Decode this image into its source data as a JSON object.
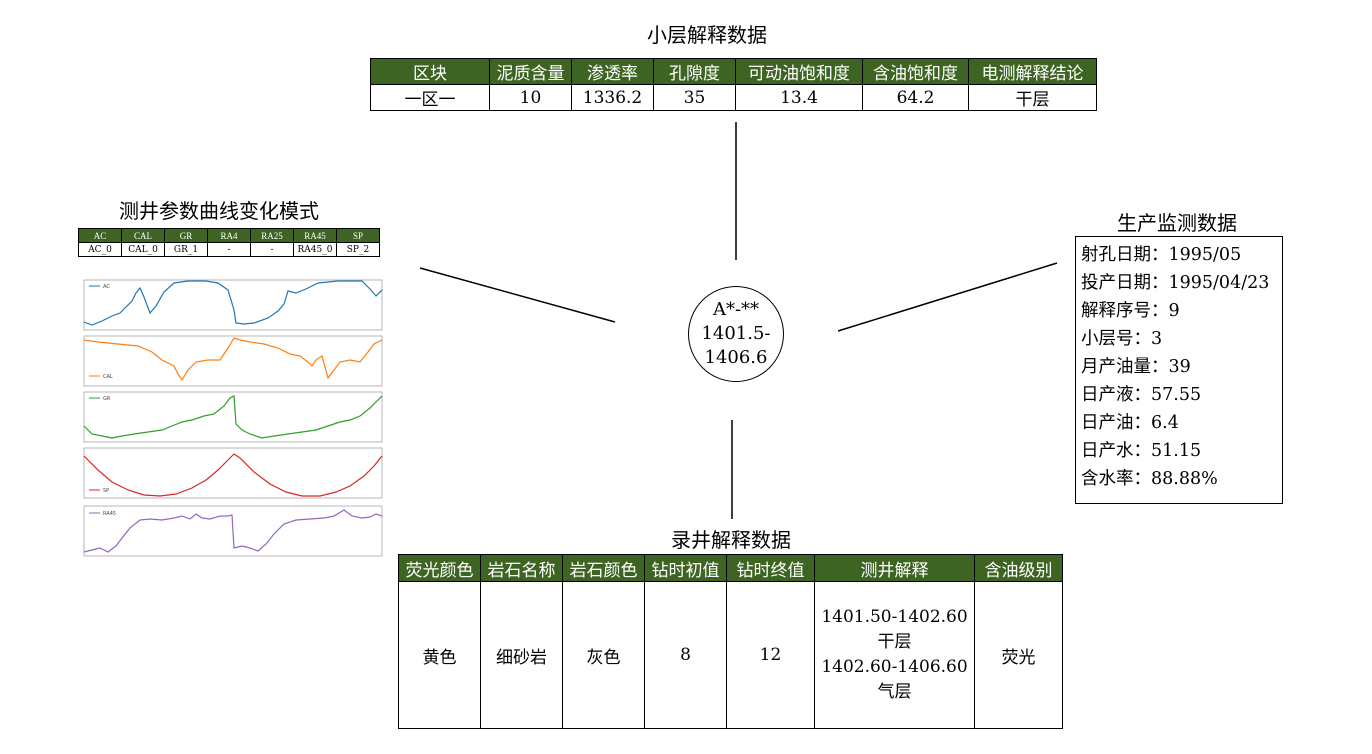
{
  "layer_section": {
    "title": "小层解释数据",
    "headers": [
      "区块",
      "泥质含量",
      "渗透率",
      "孔隙度",
      "可动油饱和度",
      "含油饱和度",
      "电测解释结论"
    ],
    "row": [
      "一区一",
      "10",
      "1336.2",
      "35",
      "13.4",
      "64.2",
      "干层"
    ]
  },
  "curve_section": {
    "title": "测井参数曲线变化模式",
    "headers": [
      "AC",
      "CAL",
      "GR",
      "RA4",
      "RA25",
      "RA45",
      "SP"
    ],
    "row": [
      "AC_0",
      "CAL_0",
      "GR_1",
      "-",
      "-",
      "RA45_0",
      "SP_2"
    ],
    "chart_legends": [
      "AC",
      "CAL",
      "GR",
      "SP",
      "RA45"
    ]
  },
  "center": {
    "line1": "A*-**",
    "line2": "1401.5-",
    "line3": "1406.6"
  },
  "production": {
    "title": "生产监测数据",
    "lines": [
      "射孔日期：1995/05",
      "投产日期：1995/04/23",
      "解释序号：9",
      "小层号：3",
      "月产油量：39",
      "日产液：57.55",
      "日产油：6.4",
      "日产水：51.15",
      "含水率：88.88%"
    ]
  },
  "mudlog_section": {
    "title": "录井解释数据",
    "headers": [
      "荧光颜色",
      "岩石名称",
      "岩石颜色",
      "钻时初值",
      "钻时终值",
      "测井解释",
      "含油级别"
    ],
    "row": [
      "黄色",
      "细砂岩",
      "灰色",
      "8",
      "12",
      "",
      "荧光"
    ],
    "interpretation_lines": [
      "1401.50-1402.60",
      "干层",
      "1402.60-1406.60",
      "气层"
    ]
  },
  "colors": {
    "header_bg": "#3e6423",
    "curve_AC": "#1f77b4",
    "curve_CAL": "#ff7f0e",
    "curve_GR": "#2ca02c",
    "curve_SP": "#d62728",
    "curve_RA45": "#9467bd"
  }
}
